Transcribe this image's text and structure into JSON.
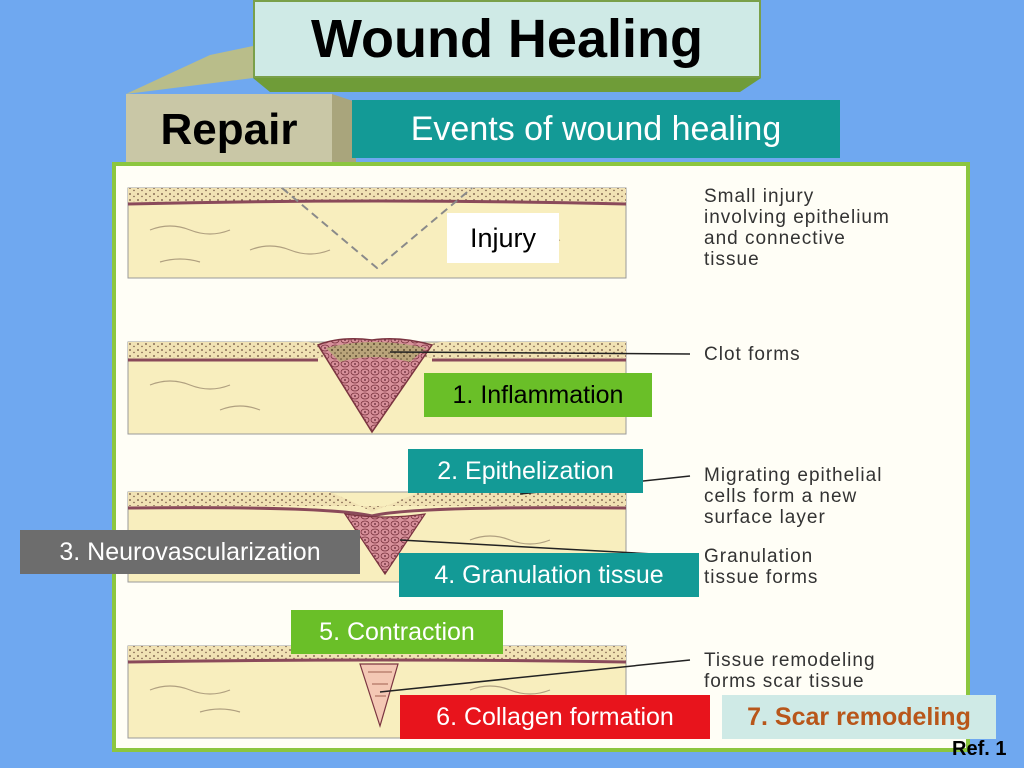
{
  "title": "Wound  Healing",
  "subtitle": "Repair",
  "heading": "Events of wound healing",
  "labels": {
    "injury": "Injury",
    "inflammation": "1. Inflammation",
    "epithelization": "2. Epithelization",
    "neurovascularization": "3. Neurovascularization",
    "granulation": "4. Granulation tissue",
    "contraction": "5. Contraction",
    "collagen": "6. Collagen formation",
    "scar": "7. Scar remodeling"
  },
  "descriptions": {
    "small_injury": "Small injury\ninvolving epithelium\nand connective\ntissue",
    "clot": "Clot forms",
    "migrating": "Migrating epithelial\ncells form a new\nsurface layer",
    "granulation": "Granulation\ntissue forms",
    "remodeling": "Tissue remodeling\nforms scar tissue"
  },
  "reference": "Ref. 1",
  "colors": {
    "background": "#6fa8f0",
    "teal": "#139a96",
    "green": "#6abf28",
    "gray": "#6d6d6d",
    "red": "#e8141c",
    "panel_border": "#8cc63f"
  }
}
